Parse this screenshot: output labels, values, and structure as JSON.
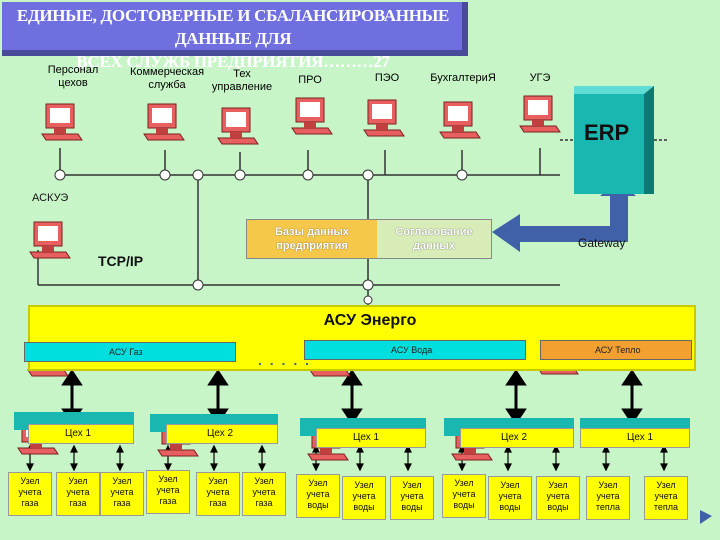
{
  "title": {
    "line1": "ЕДИНЫЕ, ДОСТОВЕРНЫЕ И СБАЛАНСИРОВАННЫЕ ДАННЫЕ ДЛЯ",
    "line2": "ВСЕХ СЛУЖБ ПРЕДПРИЯТИЯ………27"
  },
  "departments": {
    "personnel": "Персонал\nцехов",
    "commercial": "Коммерческая\nслужба",
    "tech": "Тех\nуправление",
    "pro": "ПРО",
    "peo": "ПЭО",
    "accounting": "БухгалтериЯ",
    "uge": "УГЭ"
  },
  "erp": "ERP",
  "askue": "АСКУЭ",
  "tcpip": "TCP/IP",
  "databases": {
    "left": "Базы данных\nпредприятия",
    "right": "Согласование\nданных"
  },
  "gateway": "Gateway",
  "energo": "АСУ Энерго",
  "subsystems": {
    "gas": "АСУ Газ",
    "water": "АСУ Вода",
    "heat": "АСУ Тепло"
  },
  "ellipsis": ". . . . .",
  "shops": [
    "Цех 1",
    "Цех 2",
    "Цех 1",
    "Цех 2",
    "Цех 1"
  ],
  "nodes": [
    "Узел\nучета\nгаза",
    "Узел\nучета\nгаза",
    "Узел\nучета\nгаза",
    "Узел\nучета\nгаза",
    "Узел\nучета\nгаза",
    "Узел\nучета\nгаза",
    "Узел\nучета\nводы",
    "Узел\nучета\nводы",
    "Узел\nучета\nводы",
    "Узел\nучета\nводы",
    "Узел\nучета\nводы",
    "Узел\nучета\nводы",
    "Узел\nучета\nтепла",
    "Узел\nучета\nтепла"
  ],
  "colors": {
    "background": "#c8f5c8",
    "title": "#6f6fe0",
    "erp": "#18b8b0",
    "bar": "#ffff00",
    "subsystem": "#00dede",
    "arrow": "#4060a8"
  }
}
